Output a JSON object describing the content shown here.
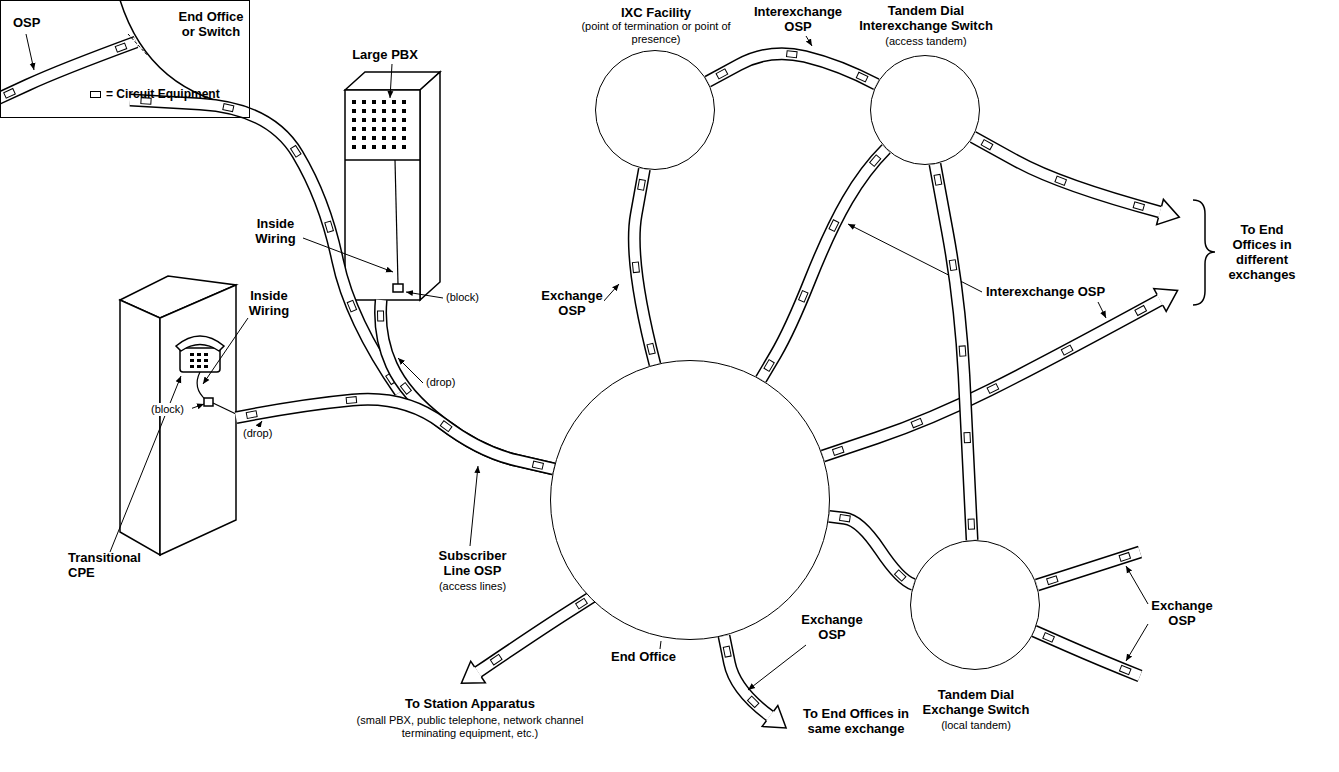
{
  "diagram": {
    "nodes": [
      {
        "text": [
          "OSP",
          "End Office or Switch"
        ]
      },
      {
        "text": [
          "Large PBX"
        ]
      },
      {
        "text": [
          "IXC Facility",
          "(point of termination or point of presence)"
        ]
      },
      {
        "text": [
          "Tandem Dial Interexchange Switch",
          "(access tandem)"
        ]
      },
      {
        "text": [
          "End Office"
        ]
      },
      {
        "text": [
          "Transitional CPE"
        ]
      },
      {
        "text": [
          "Tandem Dial Exchange Switch",
          "(local tandem)"
        ]
      }
    ],
    "edges": [
      {
        "from": 2,
        "to": 4,
        "arrow": "none"
      },
      {
        "from": 2,
        "to": 3,
        "arrow": "none"
      },
      {
        "from": 4,
        "to": 3,
        "arrow": "none"
      },
      {
        "from": 3,
        "to": 6,
        "arrow": "none"
      },
      {
        "from": 4,
        "to": 6,
        "arrow": "none"
      },
      {
        "from": 4,
        "to": 1,
        "arrow": "none"
      },
      {
        "from": 4,
        "to": 5,
        "arrow": "none"
      }
    ],
    "labels": [
      "Inside Wiring",
      "(block)",
      "(drop)",
      "Exchange OSP",
      "Interexchange OSP",
      "Interexchange OSP",
      "To End Offices in different exchanges",
      "Inside Wiring",
      "(block)",
      "(drop)",
      "Subscriber Line OSP",
      "(access lines)",
      "Exchange OSP",
      "Exchange OSP",
      "To End Offices in same exchange",
      "To Station Apparatus",
      "(small PBX, public telephone, network channel terminating equipment, etc.)"
    ],
    "legend": [
      {
        "text": "= Circuit Equipment"
      }
    ]
  }
}
